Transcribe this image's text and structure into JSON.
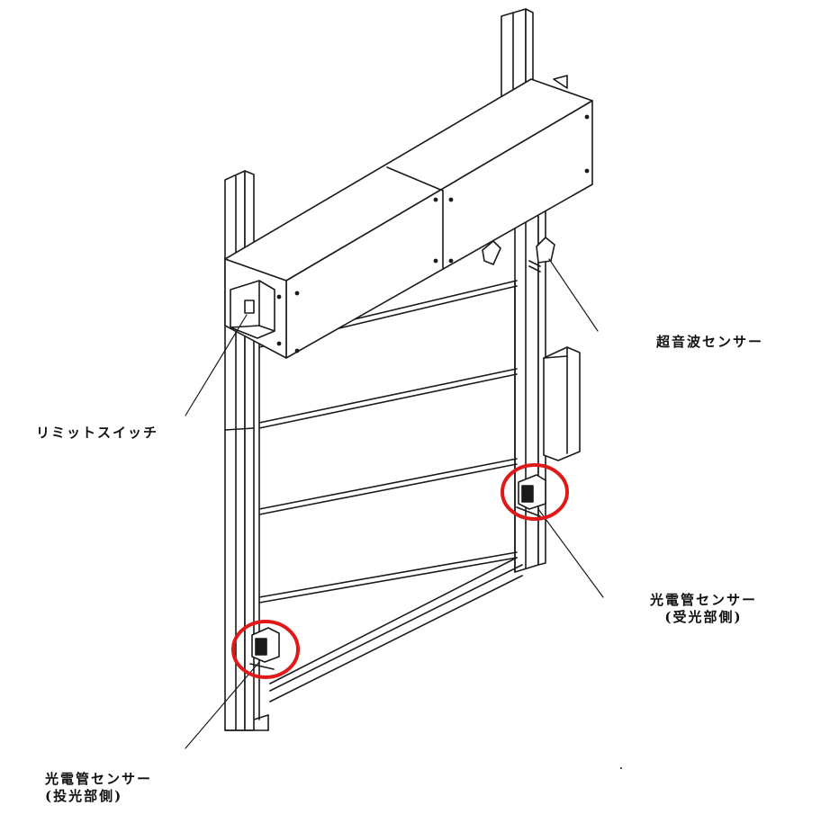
{
  "labels": {
    "ultrasonic_sensor": "超音波センサー",
    "limit_switch": "リミットスイッチ",
    "photo_sensor_receiver": {
      "line1": "光電管センサー",
      "line2": "(受光部側)"
    },
    "photo_sensor_emitter": {
      "line1": "光電管センサー",
      "line2": "(投光部側)"
    }
  },
  "colors": {
    "line": "#1a1a1a",
    "highlight": "#e01818",
    "background": "#ffffff"
  }
}
